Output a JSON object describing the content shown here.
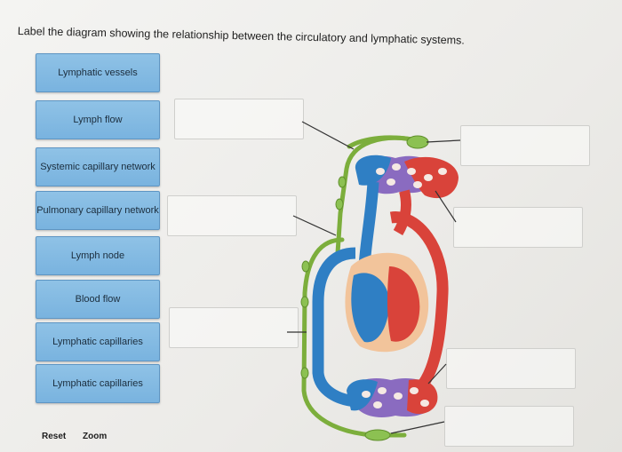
{
  "question": {
    "text": "Label the diagram showing the relationship between the circulatory and lymphatic systems."
  },
  "labels": [
    "Lymphatic vessels",
    "Lymph flow",
    "Systemic capillary network",
    "Pulmonary capillary network",
    "Lymph node",
    "Blood flow",
    "Lymphatic capillaries",
    "Lymphatic capillaries"
  ],
  "drop_targets": [
    "",
    "",
    "",
    "",
    "",
    "",
    ""
  ],
  "footer": {
    "reset_label": "Reset",
    "zoom_label": "Zoom"
  },
  "colors": {
    "label_fill": "#85bce3",
    "artery_red": "#d9433a",
    "vein_blue": "#2f7fc4",
    "lymph_green": "#7cae3c",
    "capillary_purple": "#8a6bc0"
  }
}
